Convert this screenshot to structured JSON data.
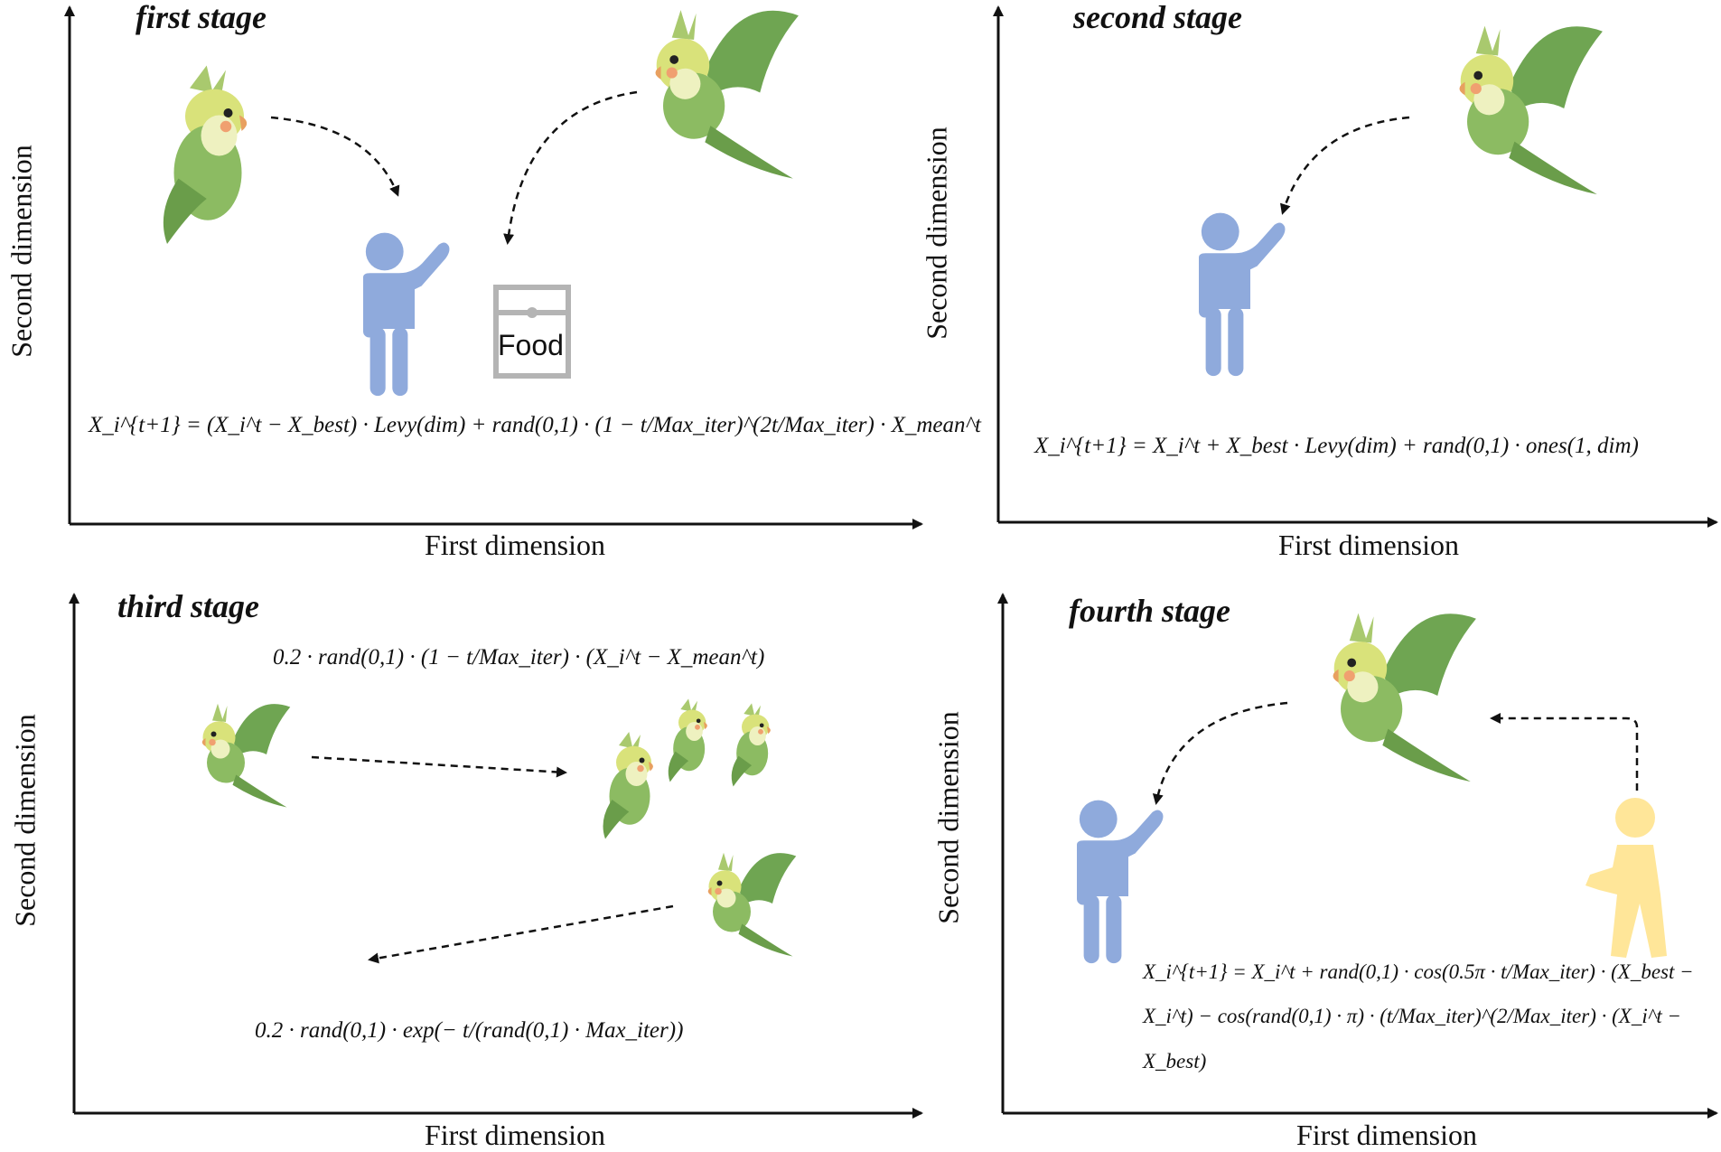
{
  "panels": [
    {
      "title": "first stage",
      "xlabel": "First dimension",
      "ylabel": "Second dimension",
      "food_label": "Food",
      "formula": "X_i^{t+1} = (X_i^t − X_best) · Levy(dim) + rand(0,1) · (1 − t/Max_iter)^(2t/Max_iter) · X_mean^t"
    },
    {
      "title": "second stage",
      "xlabel": "First dimension",
      "ylabel": "Second dimension",
      "formula": "X_i^{t+1} = X_i^t + X_best · Levy(dim) + rand(0,1) · ones(1, dim)"
    },
    {
      "title": "third stage",
      "xlabel": "First dimension",
      "ylabel": "Second dimension",
      "formula_top": "0.2 · rand(0,1) · (1 − t/Max_iter) · (X_i^t − X_mean^t)",
      "formula_bottom": "0.2 · rand(0,1) · exp(− t/(rand(0,1) · Max_iter))"
    },
    {
      "title": "fourth stage",
      "xlabel": "First dimension",
      "ylabel": "Second dimension",
      "formula": "X_i^{t+1} = X_i^t + rand(0,1) · cos(0.5π · t/Max_iter) · (X_best − X_i^t) − cos(rand(0,1) · π) · (t/Max_iter)^(2/Max_iter) · (X_i^t − X_best)"
    }
  ],
  "colors": {
    "person_blue": "#8faadc",
    "person_yellow": "#ffe699",
    "food_gray": "#b4b4b4",
    "bird_green": "#7fae5a",
    "bird_yellow": "#d9e27a",
    "bracket": "#7a3a3a"
  },
  "icons": [
    "parrot-icon",
    "person-icon",
    "food-box-icon",
    "dashed-arrow"
  ]
}
